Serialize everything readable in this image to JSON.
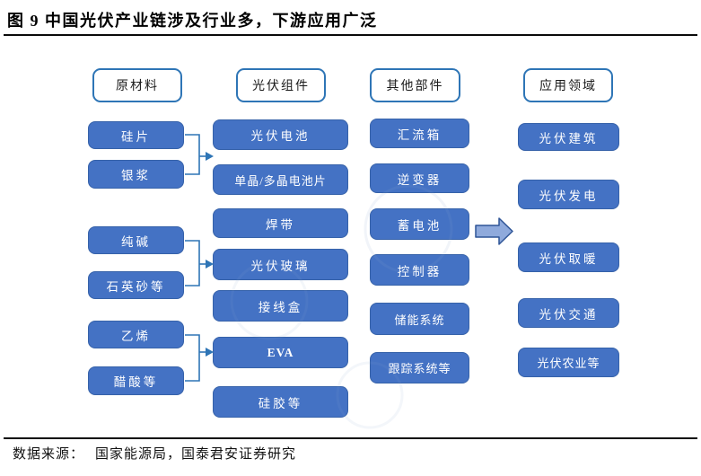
{
  "title": "图 9 中国光伏产业链涉及行业多，下游应用广泛",
  "source": {
    "label": "数据来源：",
    "value": "国家能源局，国泰君安证券研究"
  },
  "colors": {
    "node_fill": "#4472C4",
    "node_border": "#3662A9",
    "header_border": "#2E75B6",
    "connector": "#2E75B6",
    "flow_arrow_fill": "#8FAADC",
    "flow_arrow_border": "#2F5597"
  },
  "columns": [
    {
      "header": "原材料",
      "items": [
        "硅片",
        "银浆",
        "纯碱",
        "石英砂等",
        "乙烯",
        "醋酸等"
      ]
    },
    {
      "header": "光伏组件",
      "items": [
        "光伏电池",
        "单晶/多晶电池片",
        "焊带",
        "光伏玻璃",
        "接线盒",
        "EVA",
        "硅胶等"
      ]
    },
    {
      "header": "其他部件",
      "items": [
        "汇流箱",
        "逆变器",
        "蓄电池",
        "控制器",
        "储能系统",
        "跟踪系统等"
      ]
    },
    {
      "header": "应用领域",
      "items": [
        "光伏建筑",
        "光伏发电",
        "光伏取暖",
        "光伏交通",
        "光伏农业等"
      ]
    }
  ]
}
